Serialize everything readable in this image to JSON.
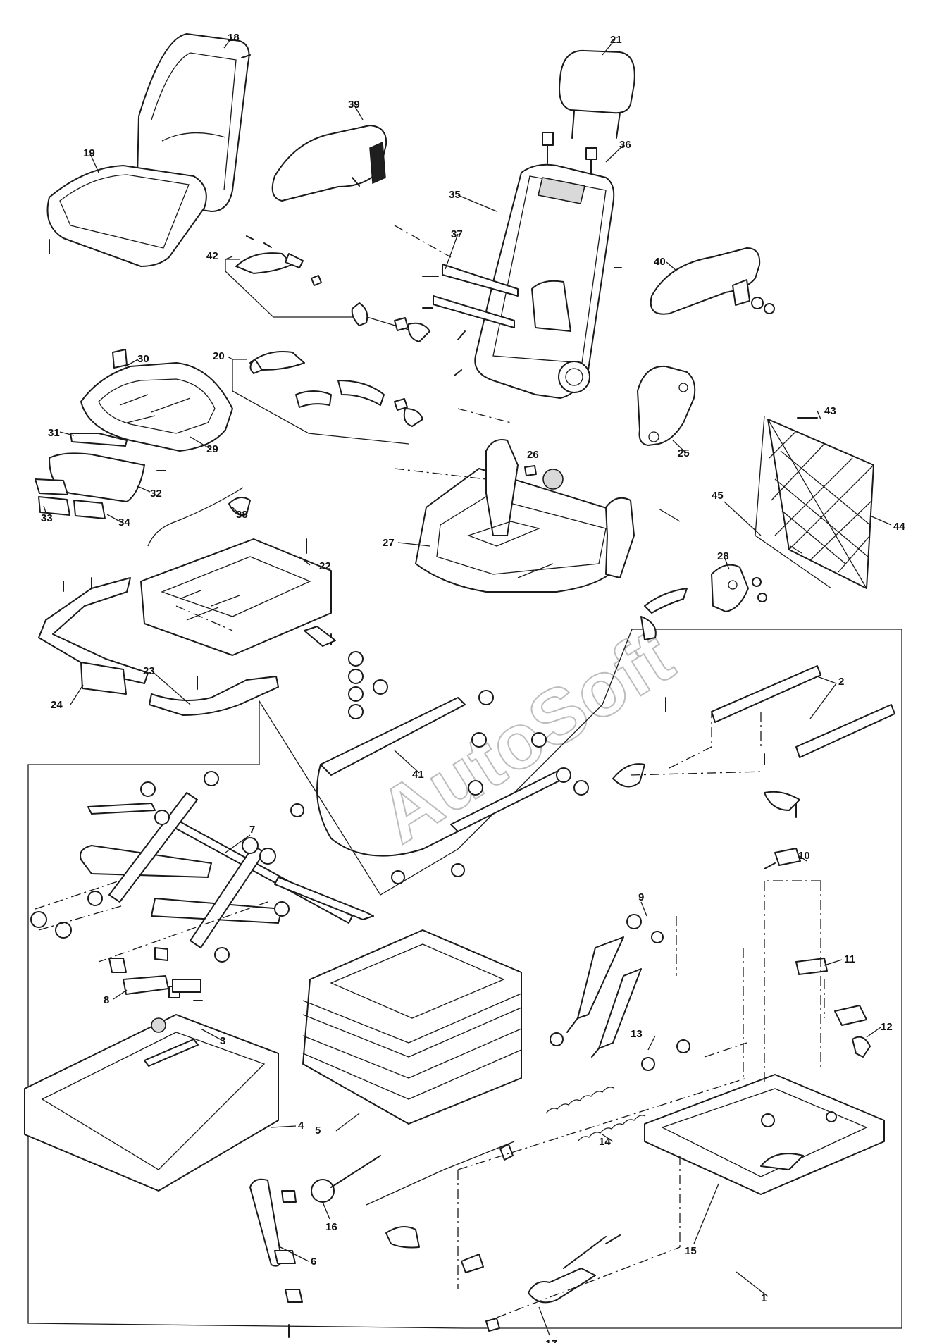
{
  "watermark": "AutoSoft",
  "callouts": {
    "c1": "1",
    "c2": "2",
    "c3": "3",
    "c4": "4",
    "c5": "5",
    "c6": "6",
    "c7": "7",
    "c8": "8",
    "c9": "9",
    "c10": "10",
    "c11": "11",
    "c12": "12",
    "c13": "13",
    "c14": "14",
    "c15": "15",
    "c16": "16",
    "c17": "17",
    "c18": "18",
    "c19": "19",
    "c20": "20",
    "c21": "21",
    "c22": "22",
    "c23": "23",
    "c24": "24",
    "c25": "25",
    "c26": "26",
    "c27": "27",
    "c28": "28",
    "c29": "29",
    "c30": "30",
    "c31": "31",
    "c32": "32",
    "c33": "33",
    "c34": "34",
    "c35": "35",
    "c36": "36",
    "c37": "37",
    "c38": "38",
    "c39": "39",
    "c40": "40",
    "c41": "41",
    "c42": "42",
    "c43": "43",
    "c44": "44",
    "c45": "45"
  }
}
